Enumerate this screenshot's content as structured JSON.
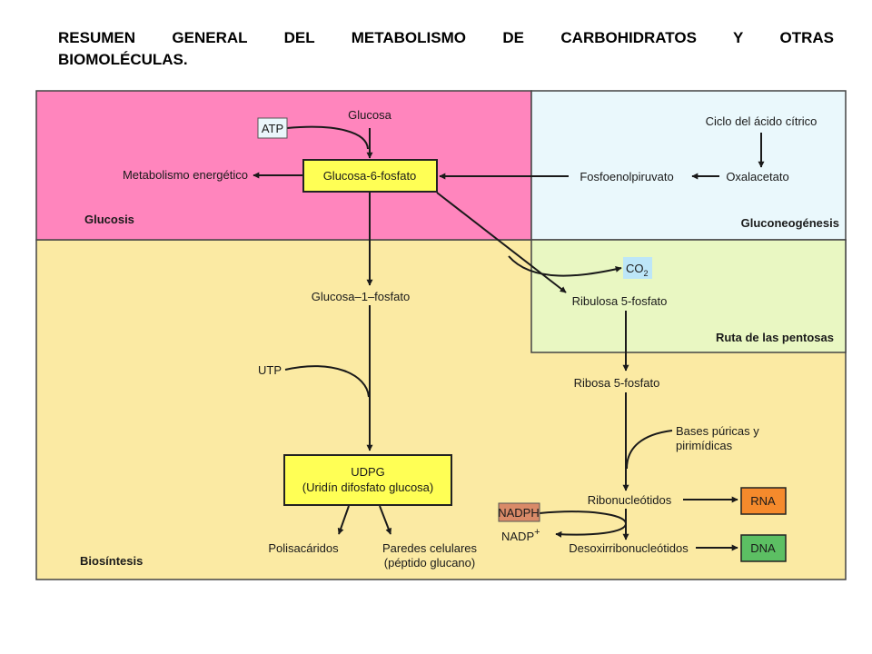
{
  "title": {
    "line1": "RESUMEN GENERAL DEL METABOLISMO DE CARBOHIDRATOS Y OTRAS",
    "line2": "BIOMOLÉCULAS."
  },
  "regions": {
    "glucosis": "Glucosis",
    "gluconeogenesis": "Gluconeogénesis",
    "pentosas": "Ruta de las pentosas",
    "biosintesis": "Biosíntesis"
  },
  "nodes": {
    "atp": "ATP",
    "glucosa": "Glucosa",
    "glucosa6p": "Glucosa-6-fosfato",
    "metabolismo": "Metabolismo energético",
    "ciclo": "Ciclo del ácido cítrico",
    "fosfoenol": "Fosfoenolpiruvato",
    "oxalacetato": "Oxalacetato",
    "co2_base": "CO",
    "co2_sub": "2",
    "ribulosa": "Ribulosa 5-fosfato",
    "glucosa1p": "Glucosa–1–fosfato",
    "utp": "UTP",
    "ribosa": "Ribosa 5-fosfato",
    "bases_1": "Bases púricas y",
    "bases_2": "pirimídicas",
    "udpg_1": "UDPG",
    "udpg_2": "(Uridín difosfato glucosa)",
    "nadph": "NADPH",
    "nadp_base": "NADP",
    "nadp_sup": "+",
    "ribonuc": "Ribonucleótidos",
    "desoxi": "Desoxirribonucleótidos",
    "rna": "RNA",
    "dna": "DNA",
    "polisac": "Polisacáridos",
    "paredes_1": "Paredes celulares",
    "paredes_2": "(péptido glucano)"
  },
  "colors": {
    "glucosis": "#ff85bd",
    "gluconeogenesis": "#eaf8fc",
    "pentosas": "#e9f7c2",
    "biosintesis": "#fbeaa3",
    "highlight_yellow": "#ffff55",
    "atp_box": "#eaf6fb",
    "co2_box": "#bde6f8",
    "nadph_box": "#d98a68",
    "rna_box": "#f58a2c",
    "dna_box": "#5cbf63"
  }
}
